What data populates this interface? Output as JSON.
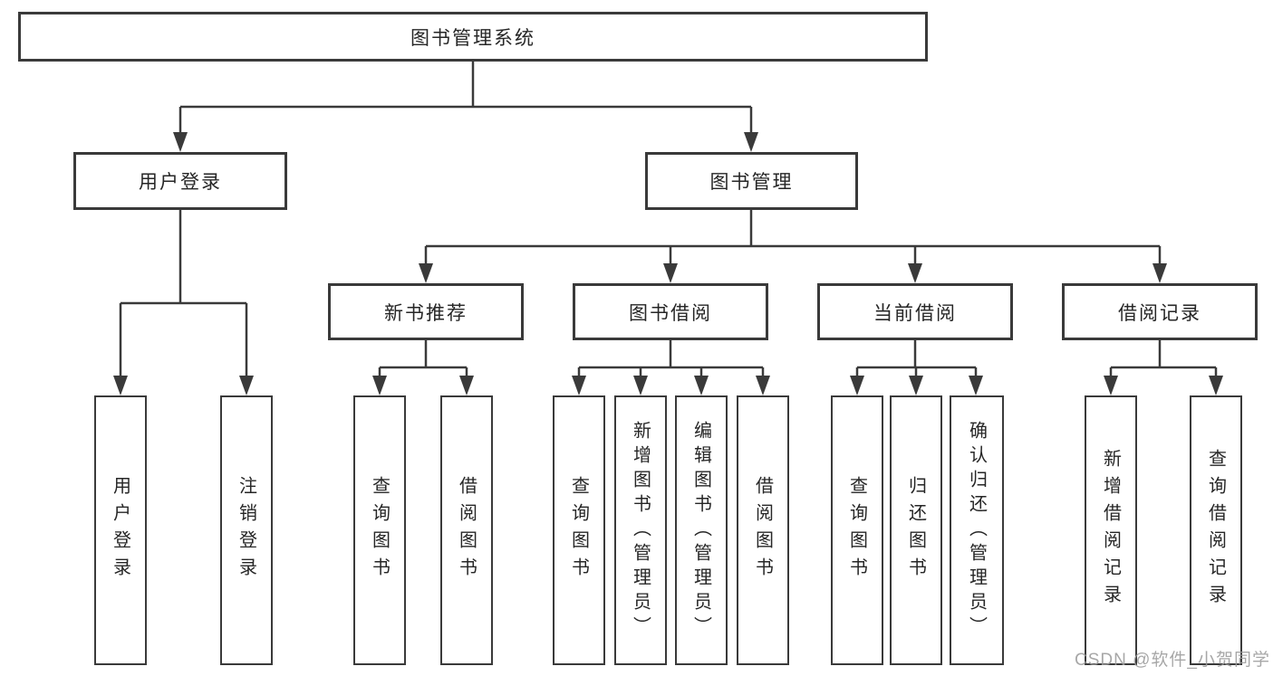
{
  "tree": {
    "label": "图书管理系统",
    "children": [
      {
        "label": "用户登录",
        "children": [
          {
            "label": "用户登录"
          },
          {
            "label": "注销登录"
          }
        ]
      },
      {
        "label": "图书管理",
        "children": [
          {
            "label": "新书推荐",
            "children": [
              {
                "label": "查询图书"
              },
              {
                "label": "借阅图书"
              }
            ]
          },
          {
            "label": "图书借阅",
            "children": [
              {
                "label": "查询图书"
              },
              {
                "label": "新增图书（管理员）"
              },
              {
                "label": "编辑图书（管理员）"
              },
              {
                "label": "借阅图书"
              }
            ]
          },
          {
            "label": "当前借阅",
            "children": [
              {
                "label": "查询图书"
              },
              {
                "label": "归还图书"
              },
              {
                "label": "确认归还（管理员）"
              }
            ]
          },
          {
            "label": "借阅记录",
            "children": [
              {
                "label": "新增借阅记录"
              },
              {
                "label": "查询借阅记录"
              }
            ]
          }
        ]
      }
    ]
  },
  "watermark": {
    "text": "CSDN @软件_小贺同学"
  },
  "colors": {
    "line": "#3a3a3a",
    "text": "#262626",
    "bg": "#ffffff",
    "watermark": "#9c9c9c"
  }
}
